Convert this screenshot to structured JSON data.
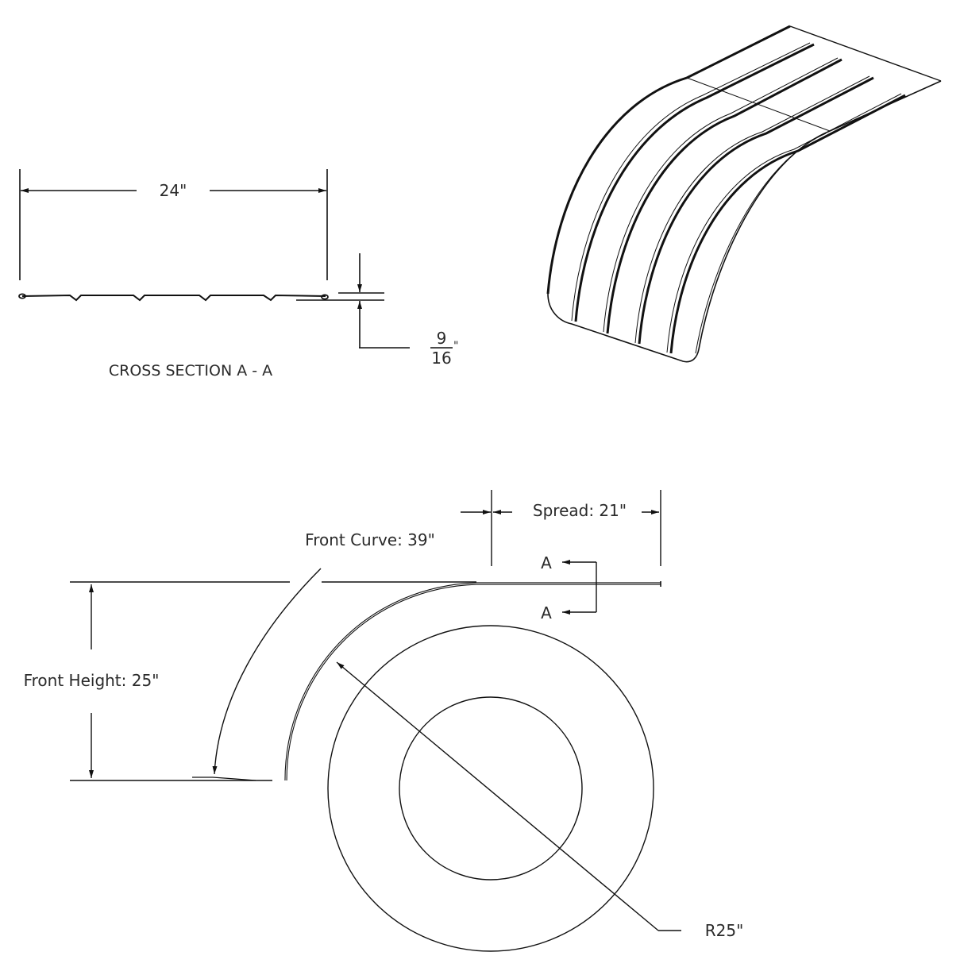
{
  "drawing": {
    "type": "technical-drawing",
    "subject": "fender",
    "cross_section": {
      "title": "CROSS SECTION A - A",
      "width_label": "24\"",
      "depth_numerator": "9",
      "depth_denominator": "16",
      "depth_unit": "\"",
      "ribs": 4
    },
    "side_view": {
      "front_curve_label": "Front Curve: 39\"",
      "spread_label": "Spread: 21\"",
      "front_height_label": "Front Height: 25\"",
      "radius_label": "R25\"",
      "section_marker_top": "A",
      "section_marker_bottom": "A"
    },
    "isometric_view": {
      "ribs": 4
    }
  },
  "colors": {
    "line": "#111111",
    "text": "#2a2a2a",
    "background": "#ffffff"
  }
}
